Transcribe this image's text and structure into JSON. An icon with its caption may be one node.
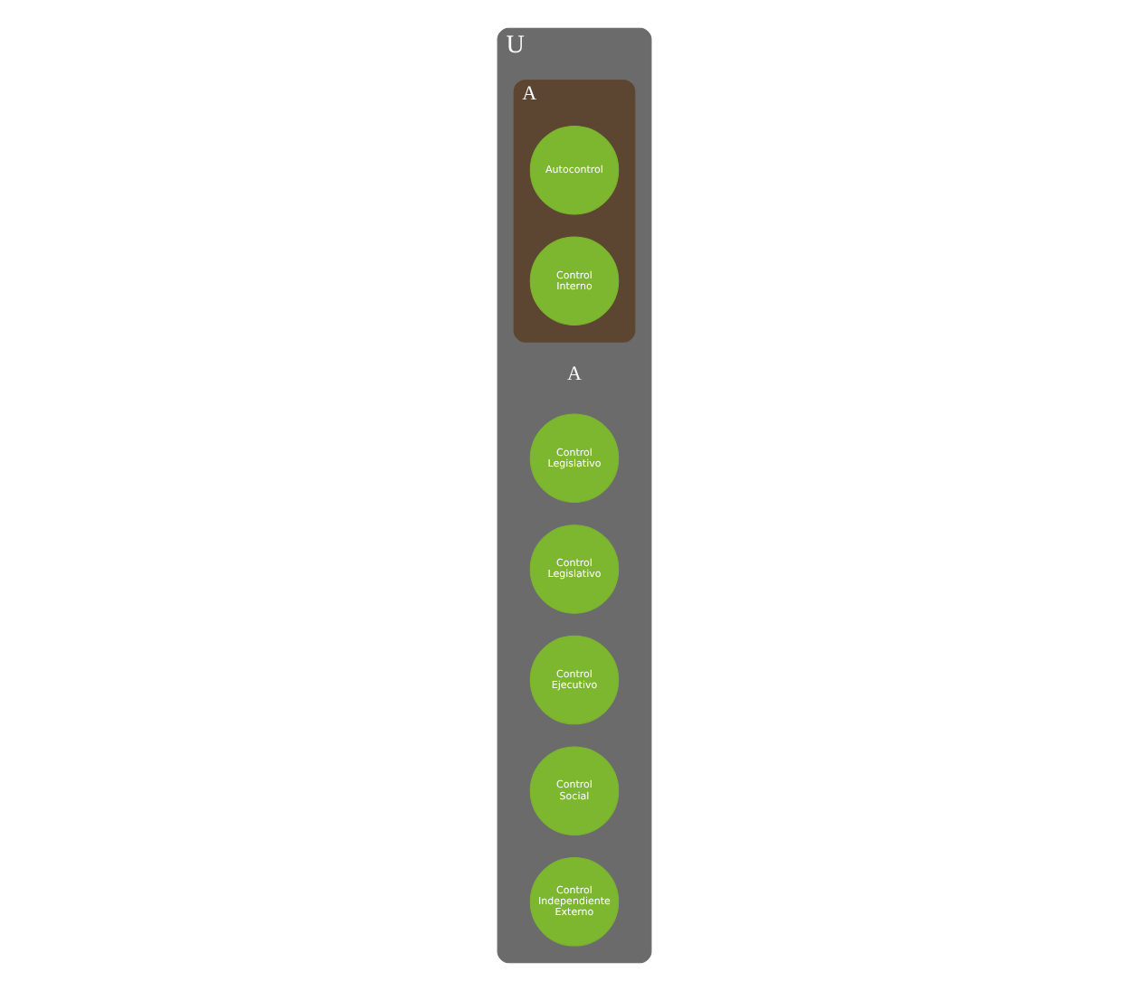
{
  "diagram": {
    "nodes": [
      {
        "text": [
          "U"
        ]
      },
      {
        "text": [
          "Control Legislativo"
        ],
        "in": 0
      },
      {
        "text": [
          "Control Legislativo"
        ],
        "in": 0
      },
      {
        "text": [
          "Control Ejecutivo"
        ],
        "in": 0
      },
      {
        "text": [
          "A"
        ],
        "in": 0
      },
      {
        "text": [
          "Autocontrol"
        ],
        "in": 4
      },
      {
        "text": [
          "Control Interno"
        ],
        "in": 4
      },
      {
        "text": [
          "Control Social"
        ],
        "in": 0
      },
      {
        "text": [
          "Control Independiente Externo"
        ],
        "in": 0
      }
    ],
    "labels": [
      "A"
    ]
  }
}
